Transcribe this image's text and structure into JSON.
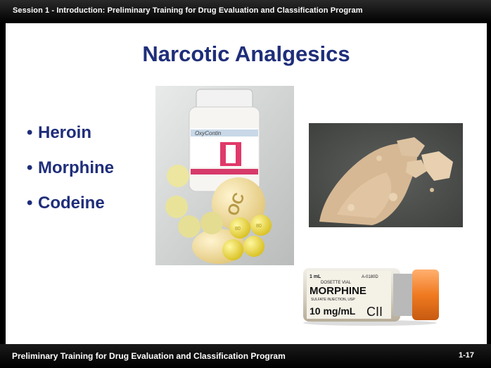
{
  "header": {
    "text": "Session 1 - Introduction: Preliminary Training for Drug Evaluation and Classification Program"
  },
  "slide": {
    "title": "Narcotic Analgesics",
    "bullets": [
      "Heroin",
      "Morphine",
      "Codeine"
    ]
  },
  "photos": {
    "pill_bottle_label": "OxyContin",
    "pill_imprint": "OC",
    "pill_small_imprint": "80",
    "vial_volume": "1 mL",
    "vial_code": "A-0180D",
    "vial_type": "DOSETTE VIAL",
    "vial_name": "MORPHINE",
    "vial_subtitle": "SULFATE INJECTION, USP",
    "vial_strength": "10 mg/mL",
    "vial_schedule": "CII"
  },
  "footer": {
    "text": "Preliminary Training for Drug Evaluation and Classification Program",
    "page": "1-17"
  }
}
